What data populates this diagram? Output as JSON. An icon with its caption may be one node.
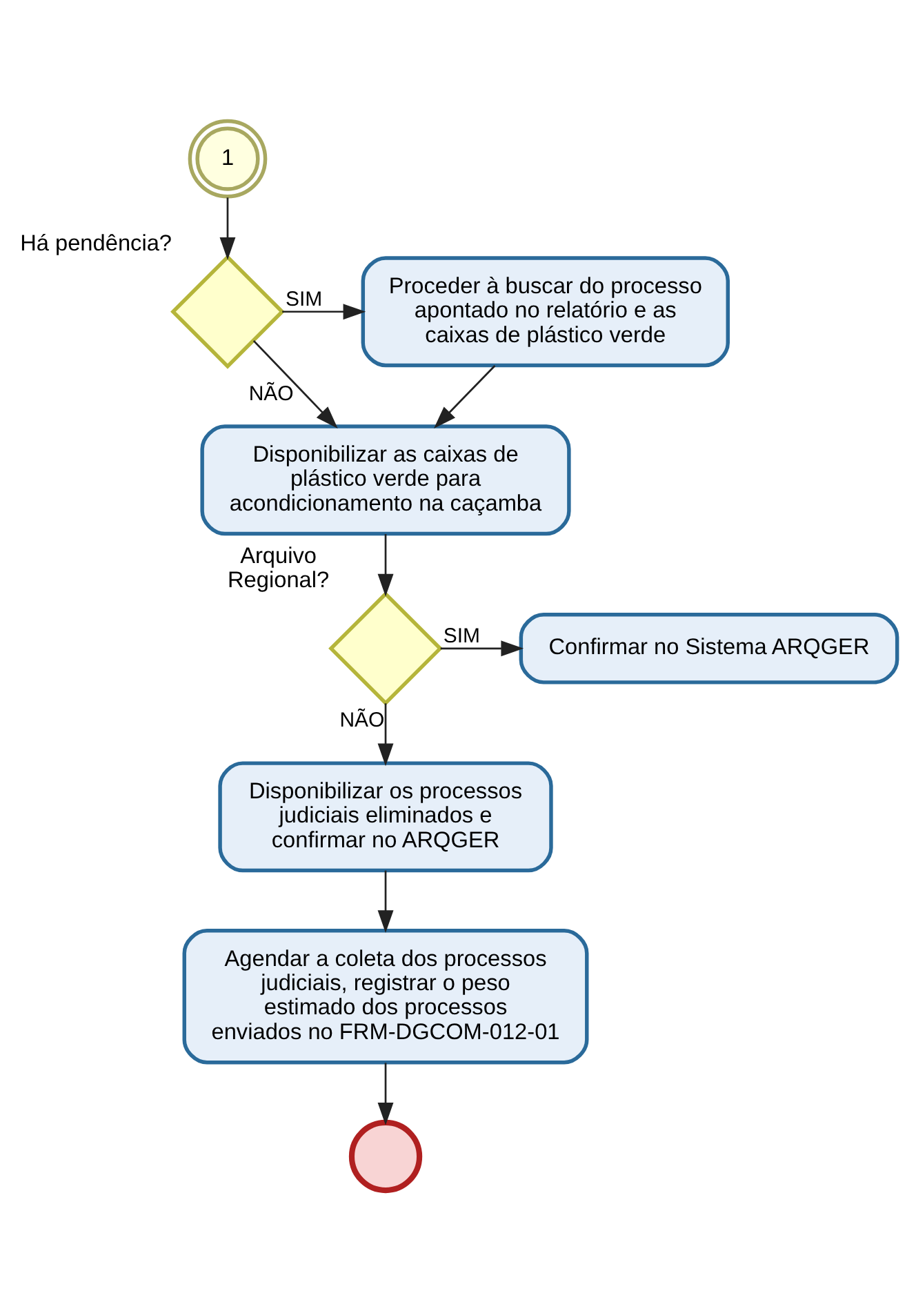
{
  "diagram": {
    "nodes": [
      {
        "text": [
          "1"
        ]
      },
      {
        "text": [],
        "shape": "diamond",
        "beside": [
          "Há pendência?"
        ]
      },
      {
        "text": [
          "Proceder à buscar do processo apontado no relatório e as caixas de plástico verde"
        ]
      },
      {
        "text": [
          "Disponibilizar as caixas de plástico verde para acondicionamento na caçamba"
        ]
      },
      {
        "text": [],
        "shape": "diamond",
        "beside": [
          "Arquivo Regional?"
        ]
      },
      {
        "text": [
          "Confirmar no Sistema ARQGER"
        ]
      },
      {
        "text": [
          "Disponibilizar os processos judiciais eliminados e confirmar no ARQGER"
        ]
      },
      {
        "text": [
          "Agendar a coleta dos processos judiciais, registrar o peso estimado dos processos enviados no FRM-DGCOM-012-01"
        ]
      },
      {
        "text": [],
        "shape": "circle"
      }
    ],
    "edges": [
      {
        "from": 0,
        "to": 1,
        "arrow": "to"
      },
      {
        "from": 1,
        "to": 2,
        "arrow": "to",
        "label": "SIM"
      },
      {
        "from": 1,
        "to": 3,
        "arrow": "to",
        "label": "NÃO"
      },
      {
        "from": 2,
        "to": 3,
        "arrow": "to"
      },
      {
        "from": 3,
        "to": 4,
        "arrow": "to"
      },
      {
        "from": 4,
        "to": 5,
        "arrow": "to",
        "label": "SIM"
      },
      {
        "from": 4,
        "to": 6,
        "arrow": "to",
        "label": "NÃO"
      },
      {
        "from": 6,
        "to": 7,
        "arrow": "to"
      },
      {
        "from": 7,
        "to": 8,
        "arrow": "to"
      }
    ]
  }
}
